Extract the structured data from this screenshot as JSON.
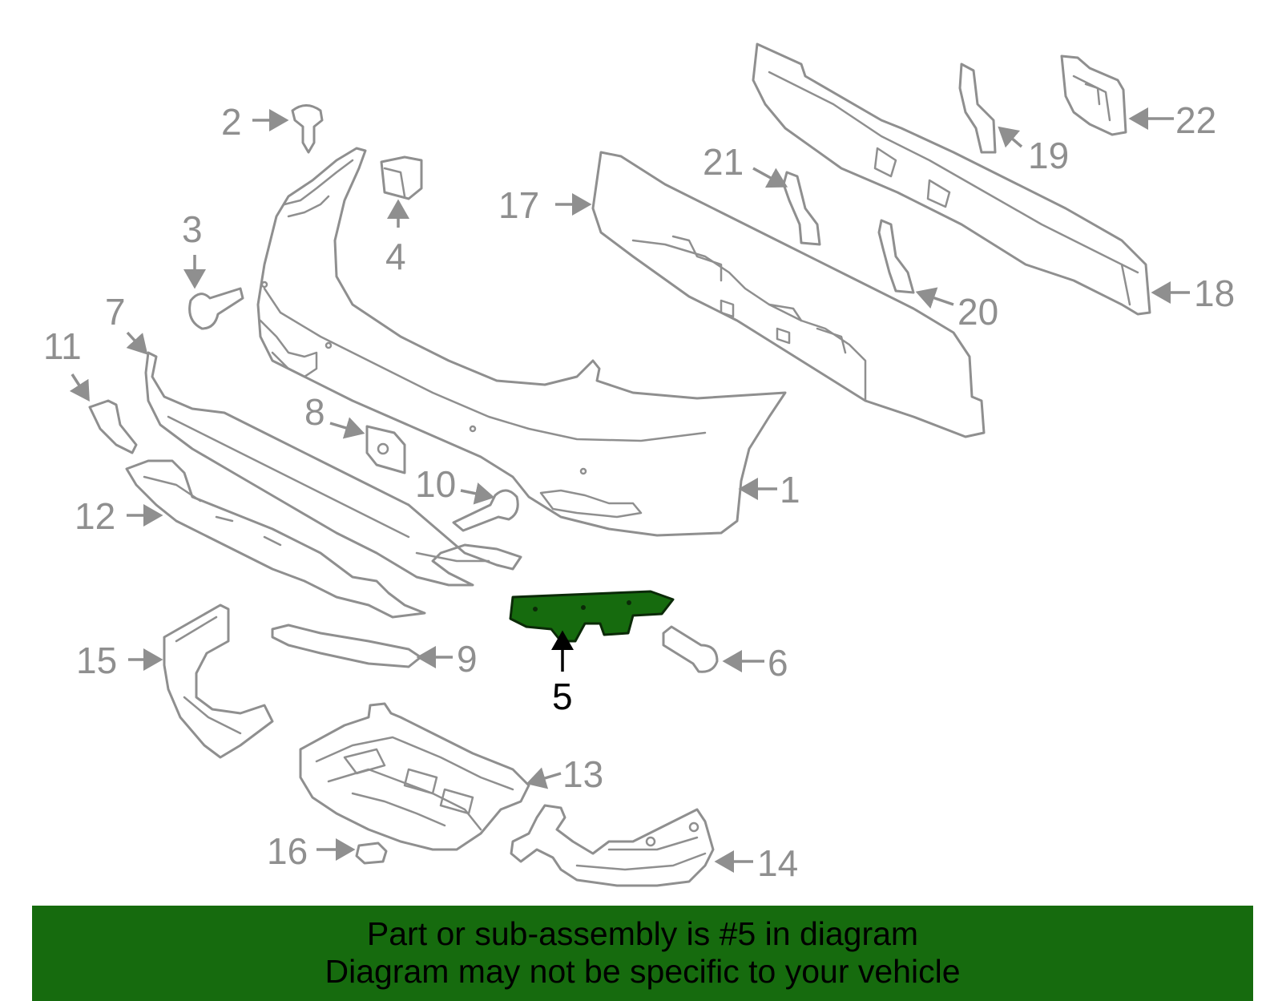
{
  "diagram": {
    "highlight_color": "#166b0e",
    "line_color": "#8f8f8f",
    "highlighted_callout": "5",
    "callouts": {
      "c1": "1",
      "c2": "2",
      "c3": "3",
      "c4": "4",
      "c5": "5",
      "c6": "6",
      "c7": "7",
      "c8": "8",
      "c9": "9",
      "c10": "10",
      "c11": "11",
      "c12": "12",
      "c13": "13",
      "c14": "14",
      "c15": "15",
      "c16": "16",
      "c17": "17",
      "c18": "18",
      "c19": "19",
      "c20": "20",
      "c21": "21",
      "c22": "22"
    }
  },
  "banner": {
    "line1": "Part or sub-assembly is #5 in diagram",
    "line2": "Diagram may not be specific to your vehicle"
  }
}
